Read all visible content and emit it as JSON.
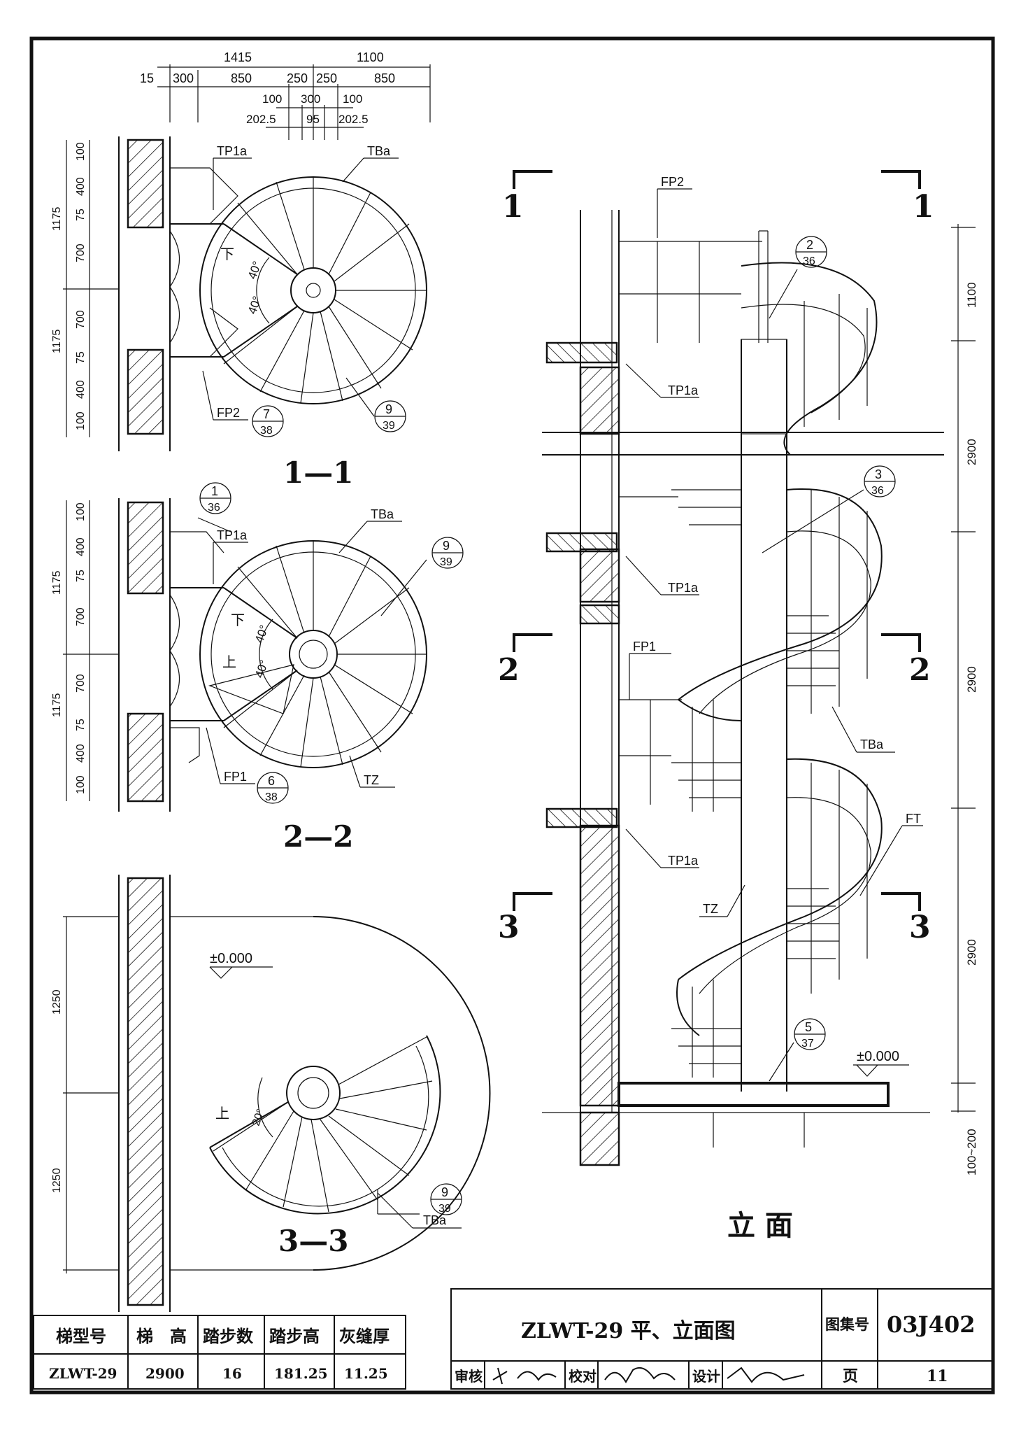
{
  "sections": {
    "s11": {
      "title": "1—1",
      "dims_top": [
        "1415",
        "1100",
        "15",
        "300",
        "850",
        "250",
        "250",
        "850",
        "100",
        "300",
        "100",
        "202.5",
        "95",
        "202.5"
      ],
      "dims_left": [
        "100",
        "400",
        "75",
        "700",
        "1175",
        "700",
        "1175",
        "75",
        "400",
        "100"
      ],
      "labels": {
        "tp": "TP1a",
        "tb": "TBa",
        "fp": "FP2",
        "down": "下",
        "ang1": "40°",
        "ang2": "40°"
      },
      "ref_a": {
        "num": "7",
        "den": "38"
      },
      "ref_b": {
        "num": "9",
        "den": "39"
      }
    },
    "s22": {
      "title": "2—2",
      "dims_left": [
        "100",
        "400",
        "75",
        "700",
        "1175",
        "700",
        "1175",
        "75",
        "400",
        "100"
      ],
      "labels": {
        "tp": "TP1a",
        "tb": "TBa",
        "fp": "FP1",
        "tz": "TZ",
        "down": "下",
        "up": "上",
        "ang1": "40°",
        "ang2": "40°"
      },
      "ref_a": {
        "num": "1",
        "den": "36"
      },
      "ref_b": {
        "num": "9",
        "den": "39"
      },
      "ref_c": {
        "num": "6",
        "den": "38"
      }
    },
    "s33": {
      "title": "3—3",
      "dims_left": [
        "1250",
        "1250"
      ],
      "labels": {
        "level": "±0.000",
        "up": "上",
        "ang": "20°",
        "tb": "TBa"
      },
      "ref_b": {
        "num": "9",
        "den": "39"
      }
    }
  },
  "elevation": {
    "title": "立 面",
    "cut_marks": [
      "1",
      "1",
      "2",
      "2",
      "3",
      "3"
    ],
    "dims_right": [
      "1100",
      "2900",
      "2900",
      "2900",
      "100~200"
    ],
    "labels": {
      "fp2": "FP2",
      "fp1": "FP1",
      "tp1": "TP1a",
      "tp2": "TP1a",
      "tp3": "TP1a",
      "tba": "TBa",
      "ft": "FT",
      "tz": "TZ",
      "level": "±0.000"
    },
    "ref_a": {
      "num": "2",
      "den": "36"
    },
    "ref_b": {
      "num": "3",
      "den": "36"
    },
    "ref_c": {
      "num": "5",
      "den": "37"
    }
  },
  "spec_table": {
    "headers": [
      "梯型号",
      "梯　高",
      "踏步数",
      "踏步高",
      "灰缝厚"
    ],
    "row": [
      "ZLWT-29",
      "2900",
      "16",
      "181.25",
      "11.25"
    ]
  },
  "title_block": {
    "drawing_title": "ZLWT-29 平、立面图",
    "atlas_label": "图集号",
    "atlas_no": "03J402",
    "review_label": "审核",
    "check_label": "校对",
    "design_label": "设计",
    "page_label": "页",
    "page_no": "11"
  }
}
